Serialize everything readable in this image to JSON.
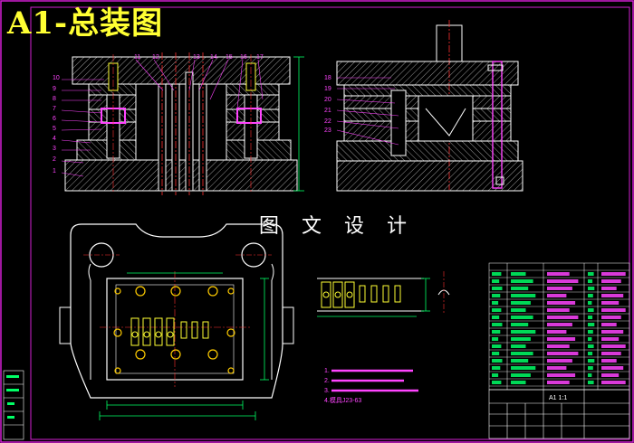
{
  "title": "A1-总装图",
  "watermark": "图 文 设 计",
  "colors": {
    "background": "#000000",
    "frame": "#d21fd2",
    "outline": "#ffffff",
    "hatch": "#ffffff",
    "center": "#ff3030",
    "dimension": "#00ff66",
    "callout": "#ff44ff",
    "accent": "#ffff33",
    "block": "#ff44ff",
    "hole": "#ffcc00"
  },
  "front_view": {
    "top_labels": [
      "11",
      "12",
      "13",
      "14",
      "15",
      "16",
      "17"
    ],
    "left_labels": [
      "10",
      "9",
      "8",
      "7",
      "6",
      "5",
      "4",
      "3",
      "2",
      "1"
    ]
  },
  "side_view": {
    "left_labels": [
      "18",
      "19",
      "20",
      "21",
      "22",
      "23"
    ]
  },
  "notes": {
    "items": [
      "1.",
      "2.",
      "3.",
      "4.模具J23-63"
    ]
  },
  "title_block": {
    "text": "A1 1:1"
  }
}
